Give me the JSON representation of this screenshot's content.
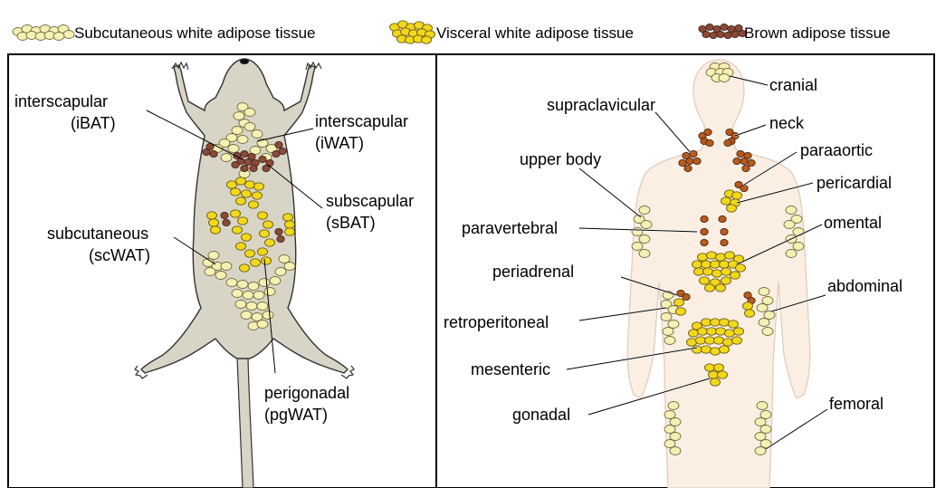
{
  "legend": {
    "subcutaneous_white": "Subcutaneous white adipose tissue",
    "visceral_white": "Visceral white adipose tissue",
    "brown": "Brown adipose tissue"
  },
  "mouse_labels": {
    "interscapular_ibat_1": "interscapular",
    "interscapular_ibat_2": "(iBAT)",
    "interscapular_iwat_1": "interscapular",
    "interscapular_iwat_2": "(iWAT)",
    "subscapular_1": "subscapular",
    "subscapular_2": "(sBAT)",
    "subcutaneous_1": "subcutaneous",
    "subcutaneous_2": "(scWAT)",
    "perigonadal_1": "perigonadal",
    "perigonadal_2": "(pgWAT)"
  },
  "human_labels": {
    "cranial": "cranial",
    "supraclavicular": "supraclavicular",
    "neck": "neck",
    "paraaortic": "paraaortic",
    "upper_body": "upper body",
    "pericardial": "pericardial",
    "paravertebral": "paravertebral",
    "omental": "omental",
    "periadrenal": "periadrenal",
    "abdominal": "abdominal",
    "retroperitoneal": "retroperitoneal",
    "mesenteric": "mesenteric",
    "gonadal": "gonadal",
    "femoral": "femoral"
  },
  "colors": {
    "subcutaneous_fill": "#f7f0b4",
    "visceral_fill": "#f1d81c",
    "brown_fill": "#8b4a38",
    "brown_human_fill": "#b85a1c",
    "mouse_body": "#d8d5c6",
    "human_body": "#fbeee2"
  }
}
